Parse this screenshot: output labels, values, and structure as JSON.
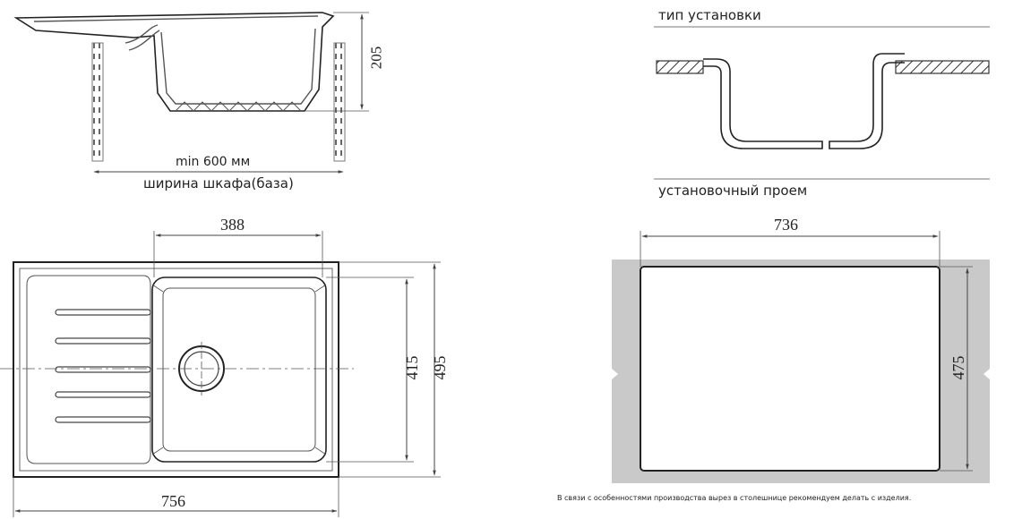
{
  "side_view": {
    "depth_label": "205",
    "min_width_label": "min 600 мм",
    "cabinet_label": "ширина шкафа(база)"
  },
  "install_type": {
    "title": "тип установки"
  },
  "cutout": {
    "title": "установочный проем",
    "width_label": "736",
    "height_label": "475",
    "note": "В связи с особенностями производства вырез в столешнице рекомендуем делать с изделия."
  },
  "top_view": {
    "bowl_width_label": "388",
    "bowl_height_label": "415",
    "total_height_label": "495",
    "total_width_label": "756"
  }
}
